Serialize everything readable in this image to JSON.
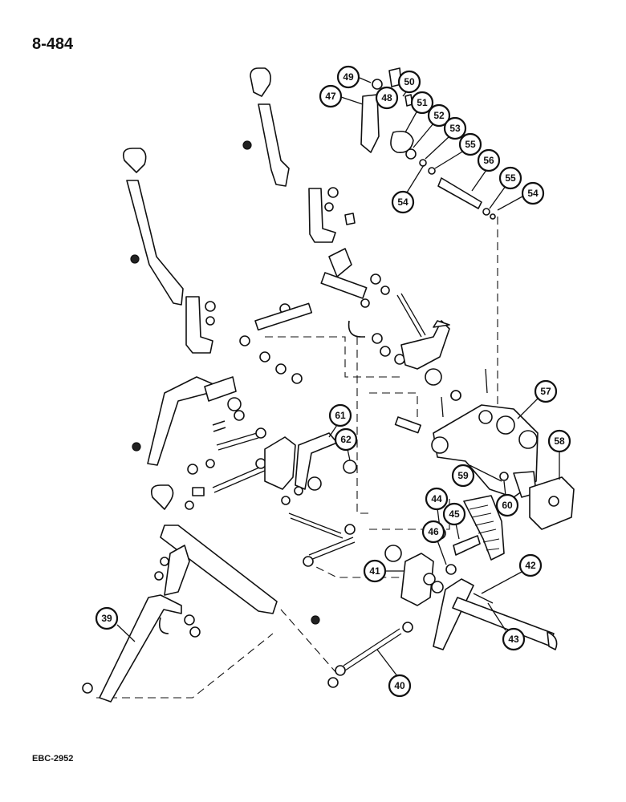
{
  "page_number": "8-484",
  "doc_code": "EBC-2952",
  "callouts": [
    "39",
    "40",
    "41",
    "42",
    "43",
    "44",
    "45",
    "46",
    "47",
    "48",
    "49",
    "50",
    "51",
    "52",
    "53",
    "54",
    "55",
    "56",
    "57",
    "58",
    "59",
    "60",
    "61",
    "62"
  ]
}
